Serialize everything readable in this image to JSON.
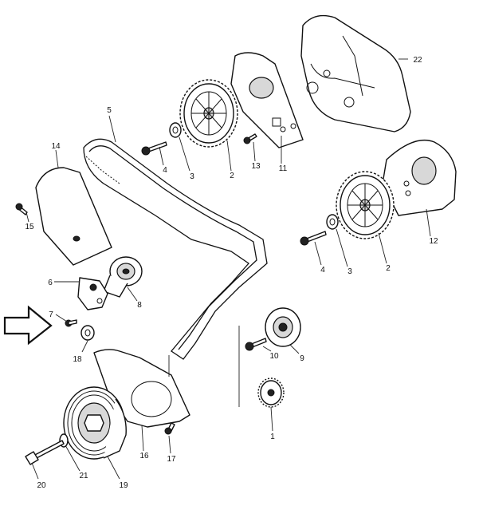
{
  "callouts": {
    "p1": "1",
    "p2a": "2",
    "p2b": "2",
    "p3a": "3",
    "p3b": "3",
    "p4a": "4",
    "p4b": "4",
    "p5": "5",
    "p6": "6",
    "p7": "7",
    "p8": "8",
    "p9": "9",
    "p10": "10",
    "p11": "11",
    "p12": "12",
    "p13": "13",
    "p14": "14",
    "p15": "15",
    "p16": "16",
    "p17": "17",
    "p18": "18",
    "p19": "19",
    "p20": "20",
    "p21": "21",
    "p22": "22"
  }
}
